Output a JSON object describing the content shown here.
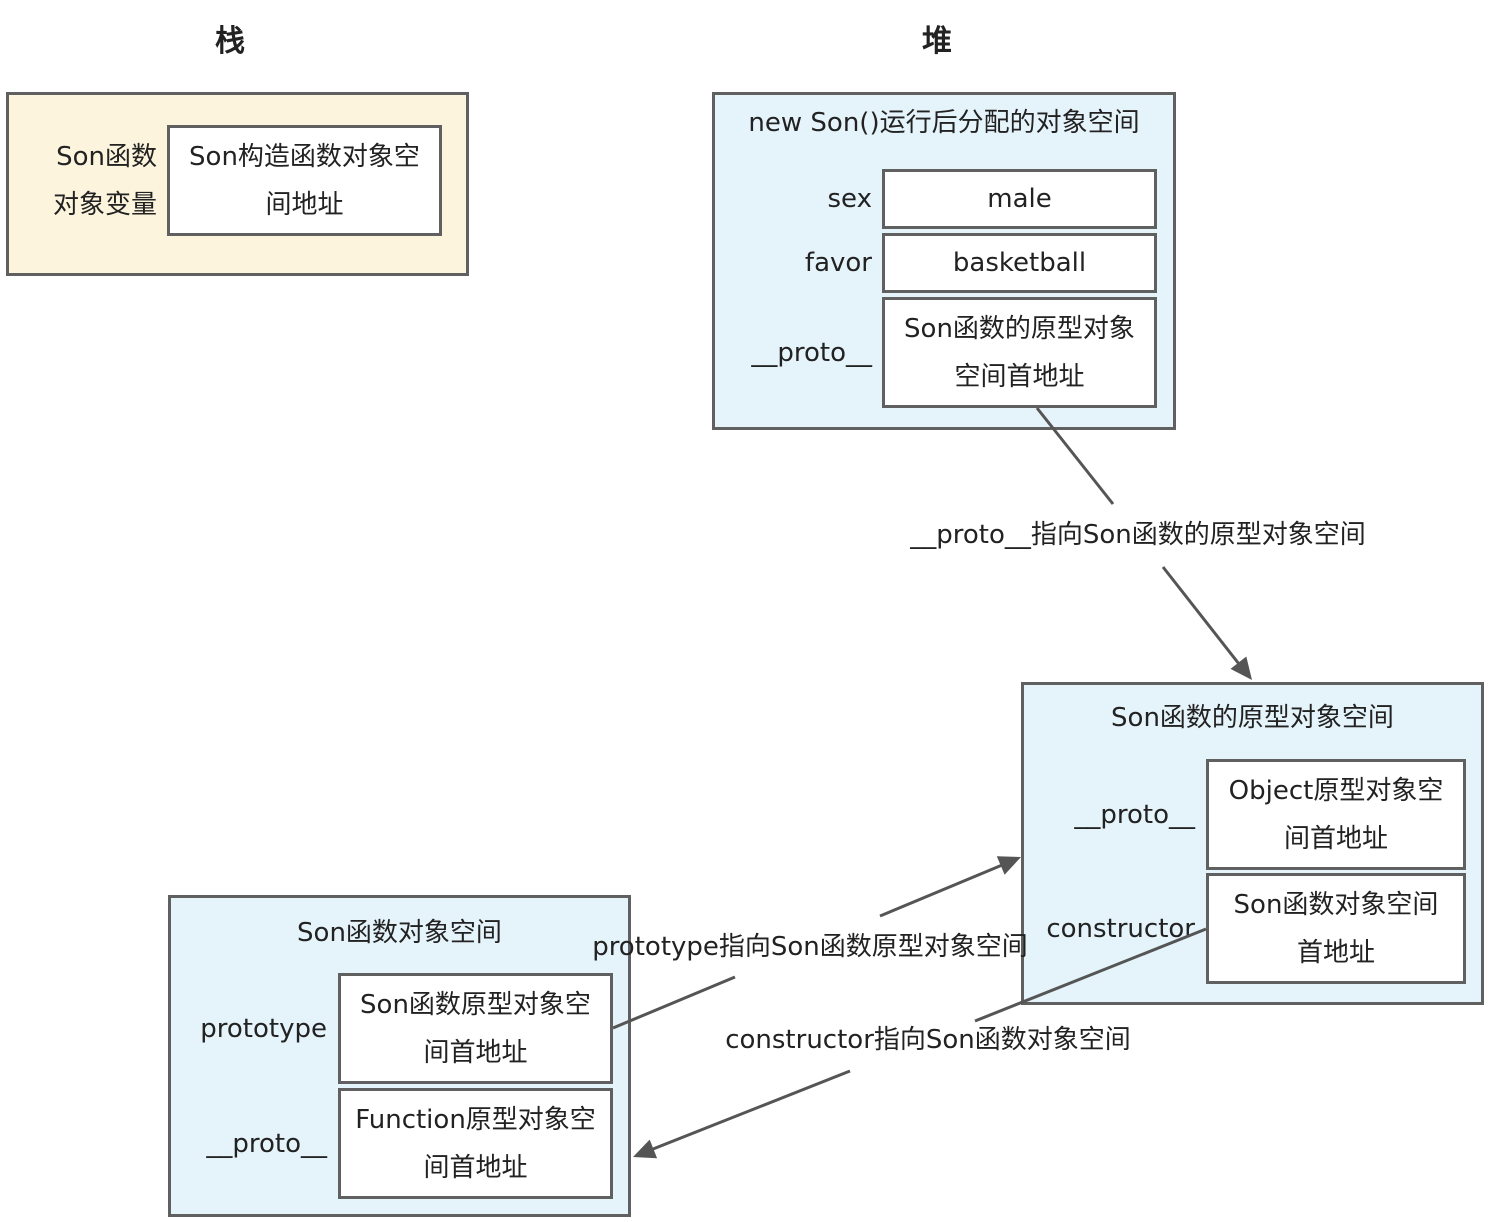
{
  "sections": {
    "stack_title": "栈",
    "heap_title": "堆"
  },
  "stack_frame": {
    "label_lines": [
      "Son函数",
      "对象变量"
    ],
    "value_lines": [
      "Son构造函数对象空",
      "间地址"
    ]
  },
  "son_instance": {
    "title": "new Son()运行后分配的对象空间",
    "fields": [
      {
        "key": "sex",
        "value_lines": [
          "male"
        ]
      },
      {
        "key": "favor",
        "value_lines": [
          "basketball"
        ]
      },
      {
        "key": "__proto__",
        "value_lines": [
          "Son函数的原型对象",
          "空间首地址"
        ]
      }
    ]
  },
  "son_prototype": {
    "title": "Son函数的原型对象空间",
    "fields": [
      {
        "key": "__proto__",
        "value_lines": [
          "Object原型对象空",
          "间首地址"
        ]
      },
      {
        "key": "constructor",
        "value_lines": [
          "Son函数对象空间",
          "首地址"
        ]
      }
    ]
  },
  "son_function": {
    "title": "Son函数对象空间",
    "fields": [
      {
        "key": "prototype",
        "value_lines": [
          "Son函数原型对象空",
          "间首地址"
        ]
      },
      {
        "key": "__proto__",
        "value_lines": [
          "Function原型对象空",
          "间首地址"
        ]
      }
    ]
  },
  "arrows": {
    "proto_label": "__proto__指向Son函数的原型对象空间",
    "prototype_label": "prototype指向Son函数原型对象空间",
    "constructor_label": "constructor指向Son函数对象空间"
  },
  "colors": {
    "stack_fill": "#FCF4DD",
    "heap_fill": "#E5F3FA",
    "border": "#606060",
    "arrow": "#555555"
  }
}
